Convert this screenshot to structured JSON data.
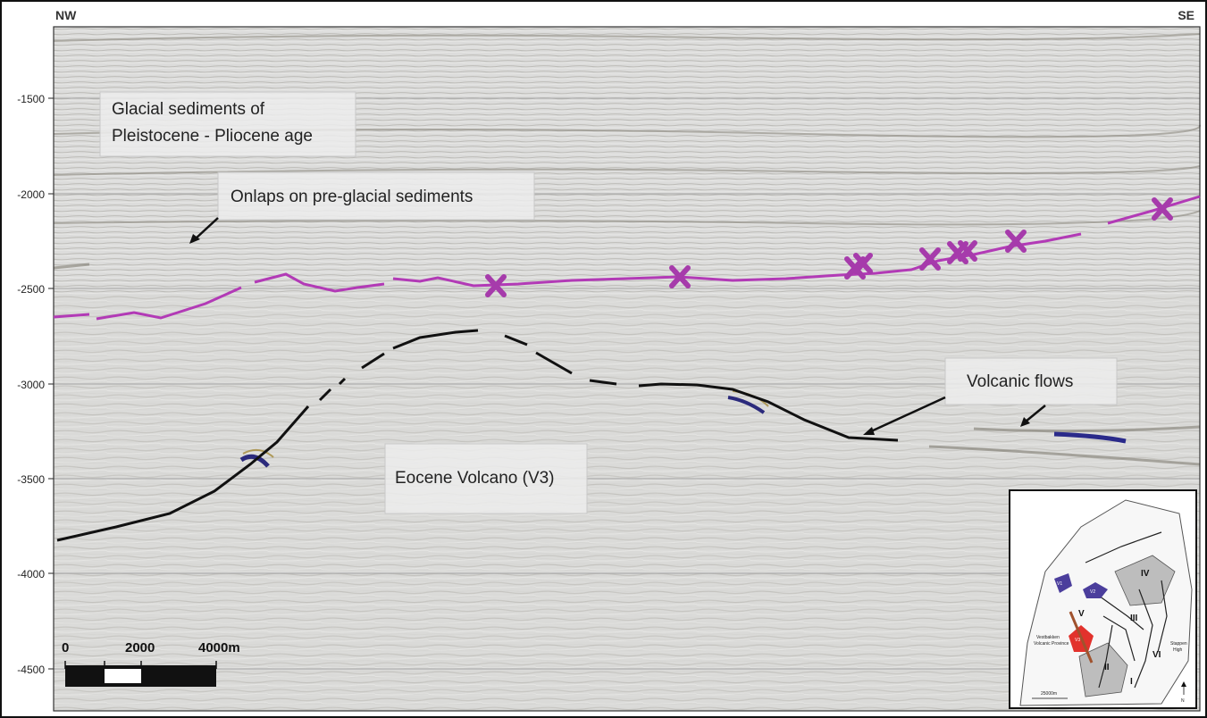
{
  "corner_labels": {
    "left": "NW",
    "right": "SE"
  },
  "depth_axis": {
    "ticks": [
      "-1500",
      "-2000",
      "-2500",
      "-3000",
      "-3500",
      "-4000",
      "-4500"
    ]
  },
  "annotations": {
    "glacial_line1": "Glacial sediments of",
    "glacial_line2": "Pleistocene - Pliocene age",
    "onlaps": "Onlaps on pre-glacial sediments",
    "volcanic_flows": "Volcanic flows",
    "volcano": "Eocene Volcano (V3)"
  },
  "scale_bar": {
    "labels": [
      "0",
      "2000",
      "4000m"
    ]
  },
  "colors": {
    "horizon": "#b23ab6",
    "onlap_marker": "#a63bab",
    "interpretation": "#111111",
    "seismic_bg": "#d9d9d8"
  },
  "inset_map": {
    "zones": [
      "IV",
      "V",
      "III",
      "II",
      "I",
      "VI"
    ],
    "volcanoes": [
      "V1",
      "V2",
      "V3"
    ],
    "notes": [
      "Vestbakken",
      "Volcanic Province",
      "Stappen",
      "High",
      "25000m",
      "N"
    ]
  }
}
